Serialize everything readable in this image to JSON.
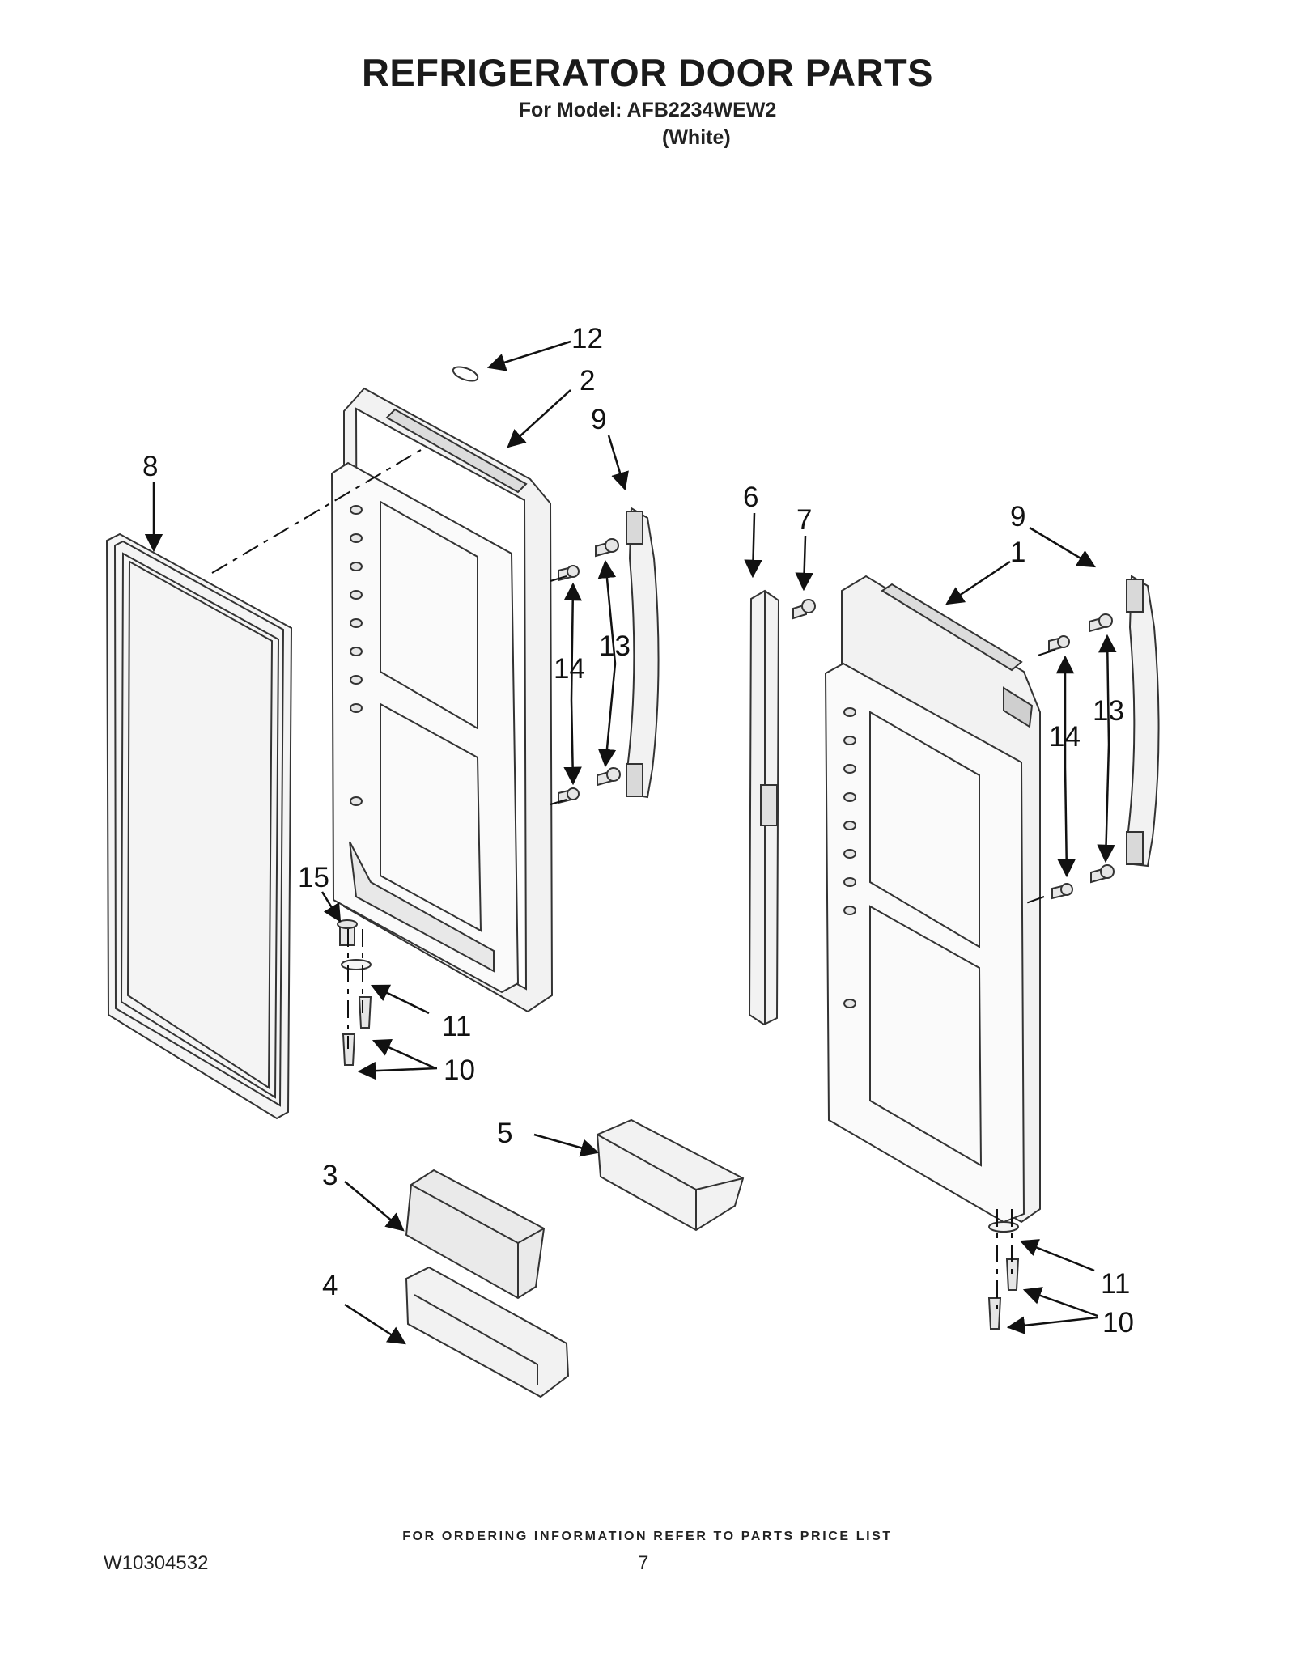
{
  "header": {
    "title": "REFRIGERATOR DOOR PARTS",
    "model_line": "For Model: AFB2234WEW2",
    "color_line": "(White)"
  },
  "diagram": {
    "callouts": [
      "1",
      "2",
      "3",
      "4",
      "5",
      "6",
      "7",
      "8",
      "9",
      "10",
      "11",
      "12",
      "13",
      "14",
      "15"
    ]
  },
  "footer": {
    "ordering_note": "FOR ORDERING INFORMATION REFER TO PARTS PRICE LIST",
    "document_number": "W10304532",
    "page_number": "7"
  }
}
